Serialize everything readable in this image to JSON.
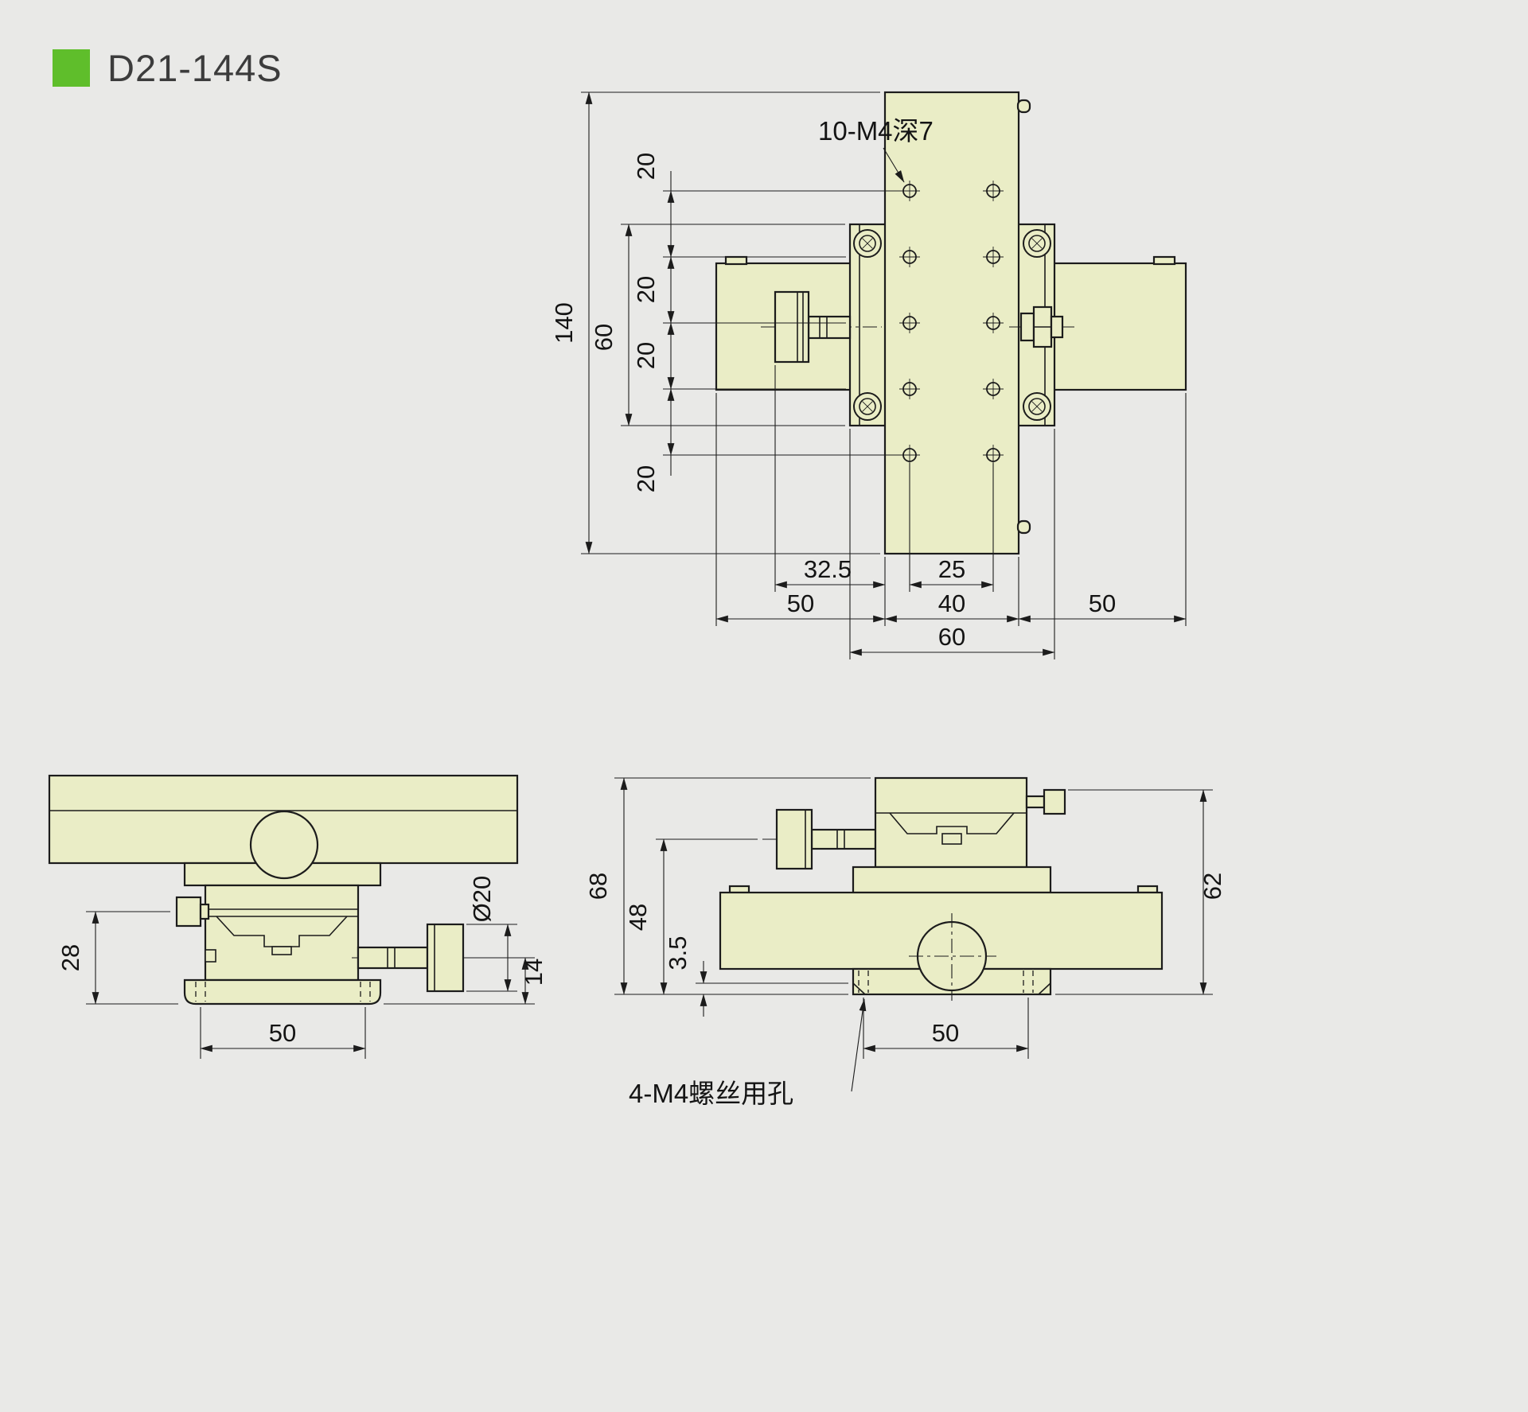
{
  "title": "D21-144S",
  "colors": {
    "accent": "#5fbe2b",
    "background": "#e9e9e7",
    "part_fill": "#eaedc6",
    "line": "#1c1c1c"
  },
  "top_view": {
    "holes_label": "10-M4深7",
    "dim_plate_length": "140",
    "dim_slide_height": "60",
    "dim_hole_pitch_a": "20",
    "dim_hole_pitch_b": "20",
    "dim_hole_pitch_c": "20",
    "dim_hole_pitch_d": "20",
    "dim_knob_to_plate": "32.5",
    "dim_hole_cols_span": "25",
    "dim_left_bar": "50",
    "dim_plate_width": "40",
    "dim_right_bar": "50",
    "dim_slide_width": "60"
  },
  "side_view": {
    "dim_screw_axis_height": "28",
    "dim_knob_diameter": "Ø20",
    "dim_knob_axis_height": "14",
    "dim_base_holes_span": "50"
  },
  "front_view": {
    "dim_total_height": "68",
    "dim_knob_axis_height": "48",
    "dim_base_lip": "3.5",
    "dim_screw_top_height": "62",
    "dim_base_holes_span": "50",
    "base_holes_label": "4-M4螺丝用孔"
  }
}
